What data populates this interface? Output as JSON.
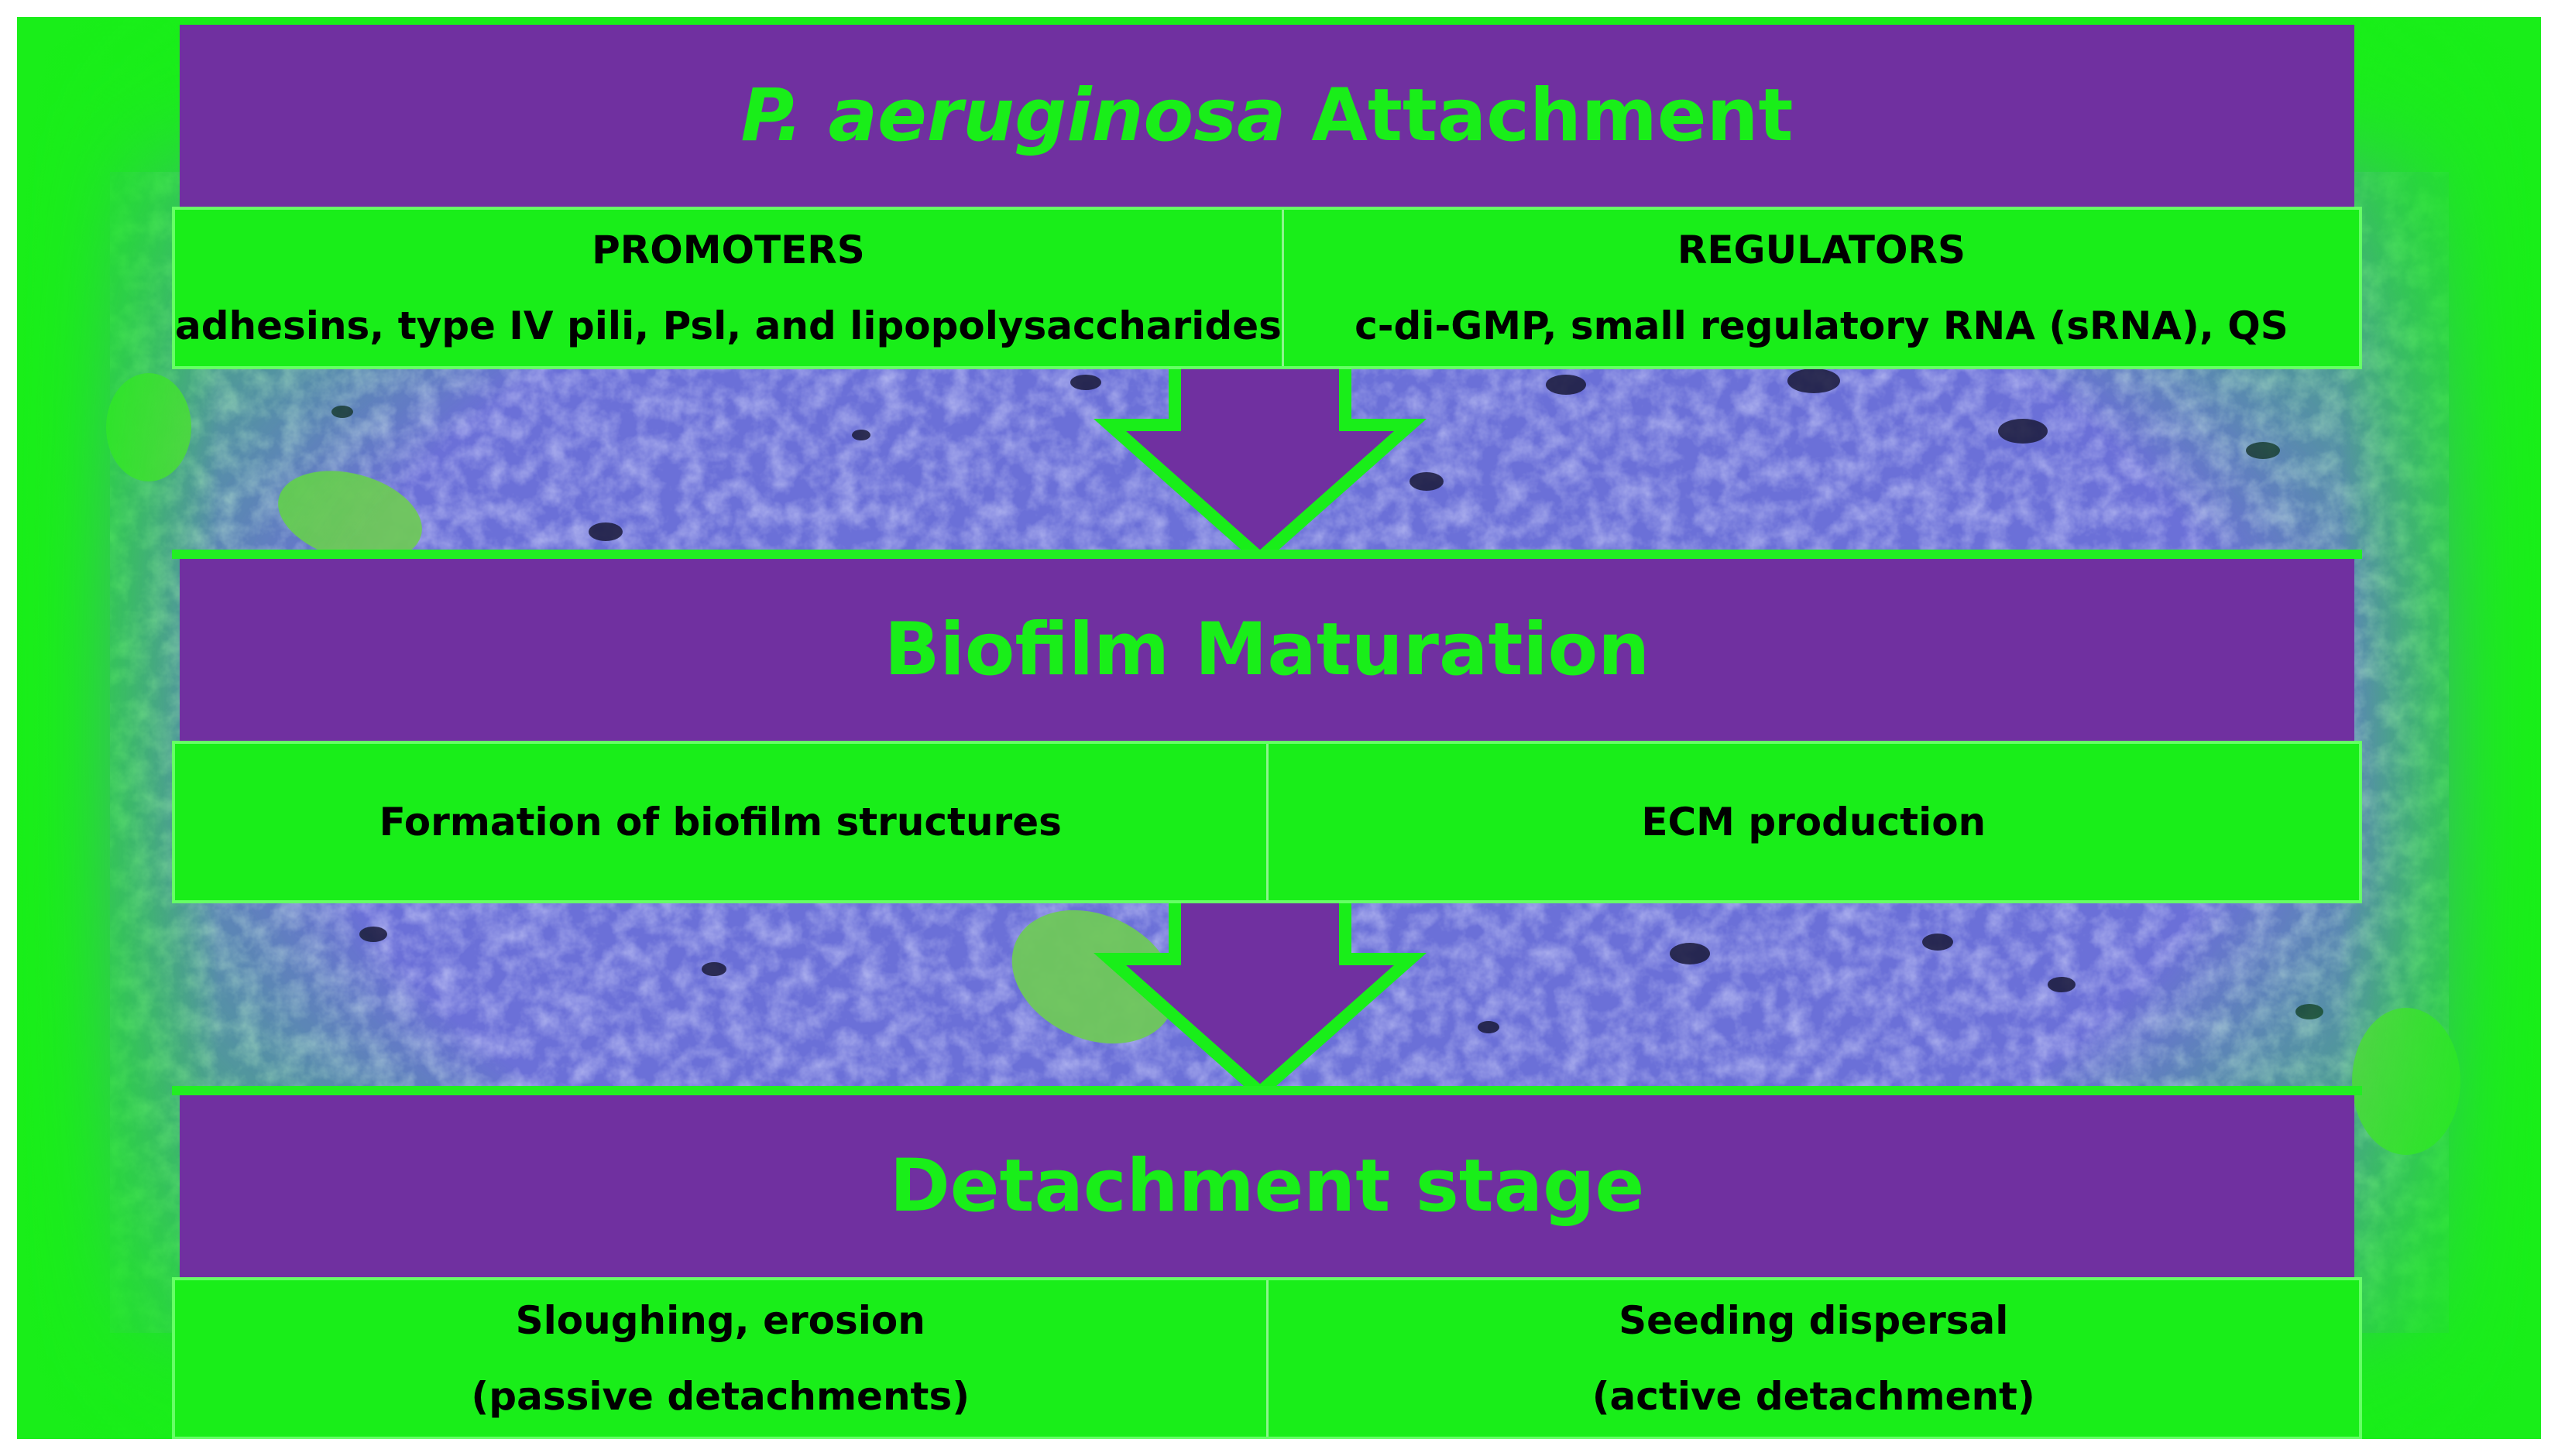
{
  "diagram": {
    "stages": [
      {
        "title_italic": "P. aeruginosa",
        "title_rest": "Attachment",
        "columns": [
          {
            "lines": [
              "PROMOTERS",
              "adhesins, type IV pili, Psl, and lipopolysaccharides"
            ]
          },
          {
            "lines": [
              "REGULATORS",
              "c-di-GMP, small regulatory RNA (sRNA), QS"
            ]
          }
        ]
      },
      {
        "title_italic": "",
        "title_rest": "Biofilm Maturation",
        "columns": [
          {
            "lines": [
              "Formation of biofilm structures"
            ]
          },
          {
            "lines": [
              "ECM production"
            ]
          }
        ]
      },
      {
        "title_italic": "",
        "title_rest": "Detachment stage",
        "columns": [
          {
            "lines": [
              "Sloughing, erosion",
              "(passive detachments)"
            ]
          },
          {
            "lines": [
              "Seeding dispersal",
              "(active detachment)"
            ]
          }
        ]
      }
    ]
  },
  "colors": {
    "header_fill": "#7030a0",
    "title_text": "#19ee19",
    "cell_fill": "#19ee19",
    "cell_text": "#000000",
    "frame_green": "#19ee19",
    "background_texture": "#6a6fd6",
    "bacteria": "#6fc95a"
  }
}
